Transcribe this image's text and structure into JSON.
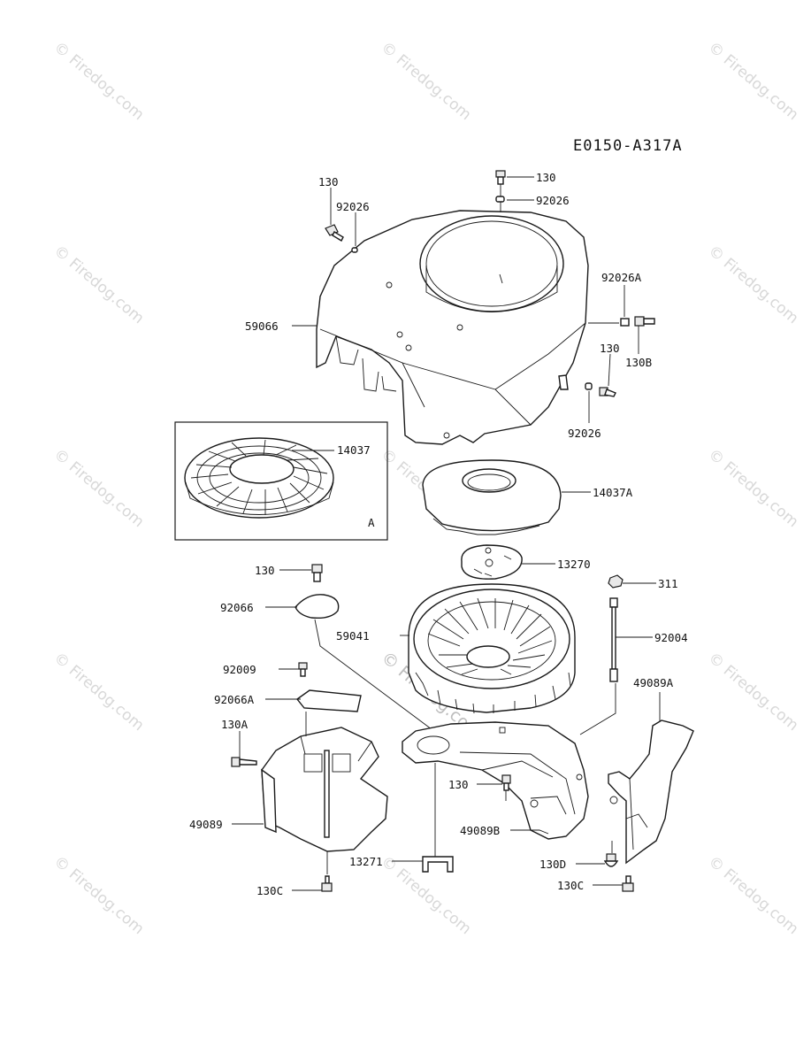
{
  "diagram_code": "E0150-A317A",
  "inset_label": "A",
  "watermark": "© Firedog.com",
  "callouts": {
    "c130_top": "130",
    "c92026_top": "92026",
    "c130_left": "130",
    "c92026_left": "92026",
    "c59066": "59066",
    "c92026A": "92026A",
    "c130_right": "130",
    "c130B": "130B",
    "c92026_right": "92026",
    "c14037": "14037",
    "c14037A": "14037A",
    "c13270": "13270",
    "c130_mid": "130",
    "c311": "311",
    "c92066": "92066",
    "c59041": "59041",
    "c92004": "92004",
    "c92009": "92009",
    "c49089A": "49089A",
    "c92066A": "92066A",
    "c130A": "130A",
    "c130_lower": "130",
    "c49089": "49089",
    "c49089B": "49089B",
    "c130D": "130D",
    "c13271": "13271",
    "c130C_left": "130C",
    "c130C_right": "130C"
  }
}
